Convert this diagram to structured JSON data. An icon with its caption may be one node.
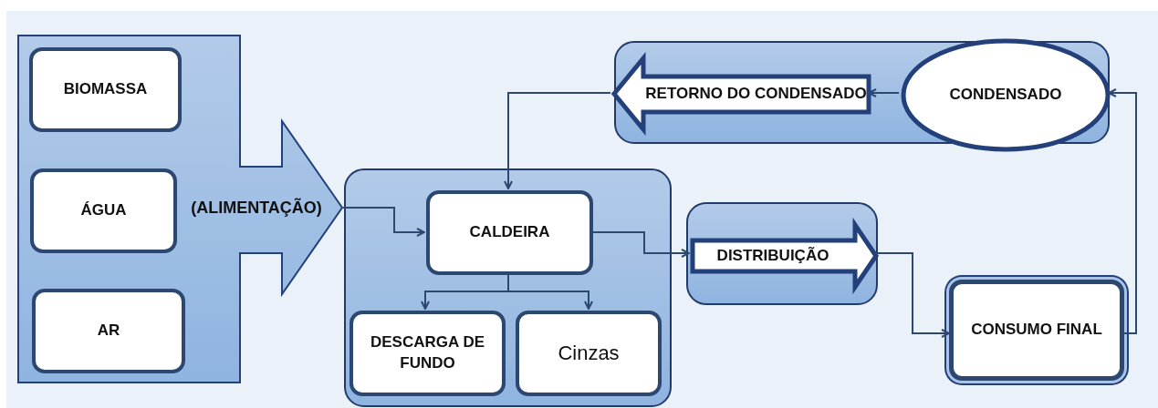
{
  "diagram": {
    "nodes": [
      {
        "text": [
          "(ALIMENTAÇÃO)"
        ]
      },
      {
        "text": [
          "BIOMASSA"
        ],
        "in": 0
      },
      {
        "text": [
          "ÁGUA"
        ],
        "in": 0
      },
      {
        "text": [
          "AR"
        ],
        "in": 0
      },
      {
        "text": [],
        "shape": "box"
      },
      {
        "text": [
          "CALDEIRA"
        ],
        "in": 4
      },
      {
        "text": [
          "DESCARGA DE FUNDO"
        ],
        "in": 4
      },
      {
        "text": [
          "Cinzas"
        ],
        "in": 4
      },
      {
        "text": [],
        "shape": "box"
      },
      {
        "text": [
          "DISTRIBUIÇÃO"
        ],
        "in": 8
      },
      {
        "text": [
          "CONSUMO FINAL"
        ]
      },
      {
        "text": [],
        "shape": "box"
      },
      {
        "text": [
          "RETORNO DO CONDENSADO"
        ],
        "in": 11
      },
      {
        "text": [
          "CONDENSADO"
        ],
        "in": 11
      }
    ],
    "edges": [
      {
        "from": 0,
        "to": 5,
        "arrow": "to"
      },
      {
        "from": 5,
        "to": 6,
        "arrow": "to"
      },
      {
        "from": 5,
        "to": 7,
        "arrow": "to"
      },
      {
        "from": 5,
        "to": 9,
        "arrow": "to"
      },
      {
        "from": 9,
        "to": 10,
        "arrow": "to"
      },
      {
        "from": 10,
        "to": 13,
        "arrow": "to"
      },
      {
        "from": 13,
        "to": 12,
        "arrow": "to"
      },
      {
        "from": 12,
        "to": 5,
        "arrow": "to"
      }
    ]
  }
}
